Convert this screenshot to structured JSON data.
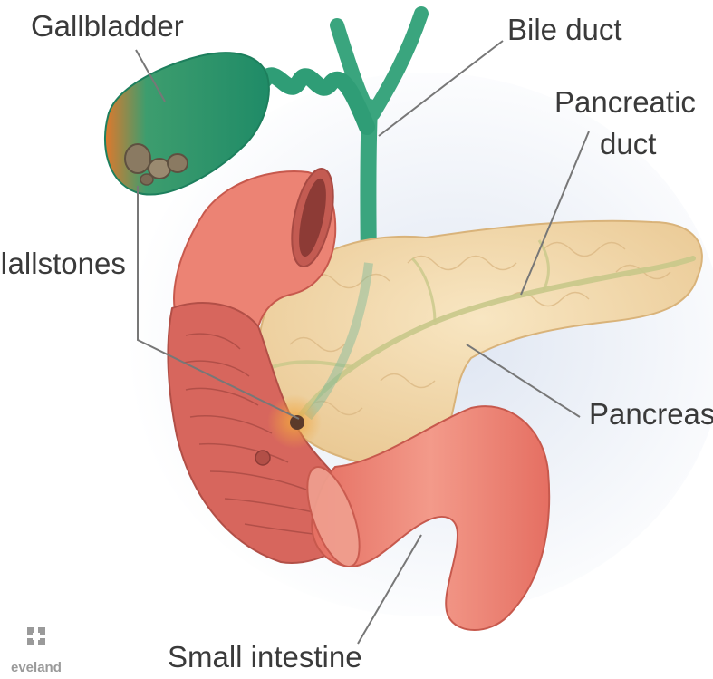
{
  "labels": {
    "gallbladder": "Gallbladder",
    "bile_duct": "Bile duct",
    "pancreatic_duct_line1": "Pancreatic",
    "pancreatic_duct_line2": "duct",
    "gallstones": "ǀallstones",
    "pancreas": "Pancreas",
    "small_intestine": "Small intestine"
  },
  "logo": {
    "text": "eveland"
  },
  "colors": {
    "gallbladder": "#2faa80",
    "bile_duct": "#3aa57e",
    "pancreas": "#f3d9a8",
    "intestine": "#e9766a",
    "intestine_inner": "#c9564f",
    "leader_line": "#777777",
    "stone": "#8a7a62"
  }
}
